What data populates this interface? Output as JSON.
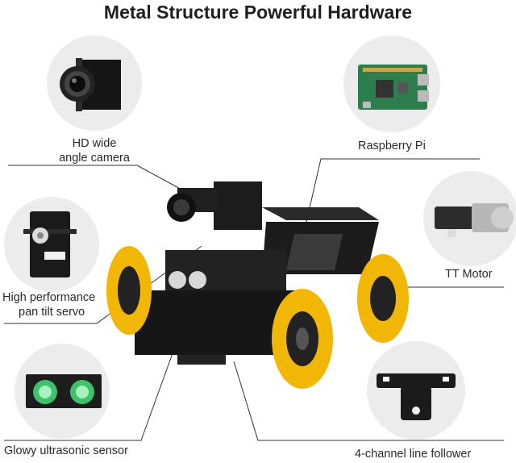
{
  "title": "Metal Structure Powerful Hardware",
  "labels": {
    "camera_line1": "HD wide",
    "camera_line2": "angle camera",
    "raspberry_pi": "Raspberry Pi",
    "servo_line1": "High performance",
    "servo_line2": "pan tilt servo",
    "tt_motor": "TT Motor",
    "ultrasonic": "Glowy ultrasonic sensor",
    "line_follower": "4-channel line follower"
  },
  "colors": {
    "circle_bg": "#ececec",
    "wheel_yellow": "#f2b705",
    "chassis": "#1b1b1b",
    "pcb_green": "#2e7d4f",
    "led_green": "#3fc16a"
  }
}
